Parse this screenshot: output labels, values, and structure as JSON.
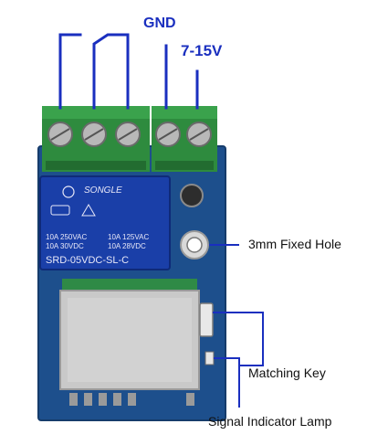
{
  "labels": {
    "gnd": "GND",
    "voltage": "7-15V",
    "fixed_hole": "3mm Fixed Hole",
    "matching_key": "Matching Key",
    "signal_lamp": "Signal Indicator Lamp"
  },
  "relay": {
    "brand": "SONGLE",
    "rating_1": "10A 250VAC",
    "rating_2": "10A 30VDC",
    "rating_3": "10A 125VAC",
    "rating_4": "10A 28VDC",
    "model": "SRD-05VDC-SL-C"
  },
  "colors": {
    "wire": "#1a2fbf",
    "terminal": "#2e8b3e",
    "pcb": "#1d4f8c",
    "relay": "#1a3fa8",
    "module": "#c9c9c9"
  }
}
